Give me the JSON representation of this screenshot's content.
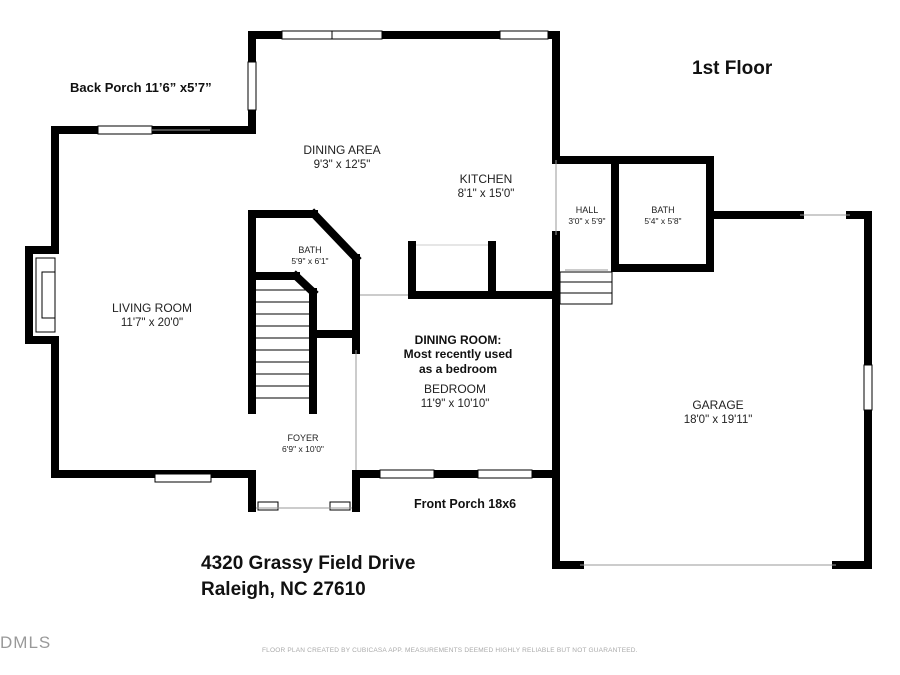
{
  "floor_title": "1st Floor",
  "back_porch": "Back Porch 11’6” x5’7”",
  "front_porch": "Front Porch 18x6",
  "rooms": {
    "dining_area": {
      "name": "DINING AREA",
      "dims": "9'3\" x 12'5\""
    },
    "kitchen": {
      "name": "KITCHEN",
      "dims": "8'1\" x 15'0\""
    },
    "hall": {
      "name": "HALL",
      "dims": "3'0\" x 5'9\""
    },
    "bath_upper": {
      "name": "BATH",
      "dims": "5'4\" x 5'8\""
    },
    "bath_center": {
      "name": "BATH",
      "dims": "5'9\" x 6'1\""
    },
    "living_room": {
      "name": "LIVING ROOM",
      "dims": "11'7\" x 20'0\""
    },
    "dining_room_note": "DINING ROOM:\nMost recently used\nas a bedroom",
    "bedroom": {
      "name": "BEDROOM",
      "dims": "11'9\" x 10'10\""
    },
    "foyer": {
      "name": "FOYER",
      "dims": "6'9\" x 10'0\""
    },
    "garage": {
      "name": "GARAGE",
      "dims": "18'0\" x 19'11\""
    }
  },
  "address": {
    "street": "4320 Grassy Field Drive",
    "city": "Raleigh, NC 27610"
  },
  "logo": "DMLS",
  "footer": "FLOOR PLAN CREATED BY CUBICASA APP. MEASUREMENTS DEEMED HIGHLY RELIABLE BUT NOT GUARANTEED."
}
